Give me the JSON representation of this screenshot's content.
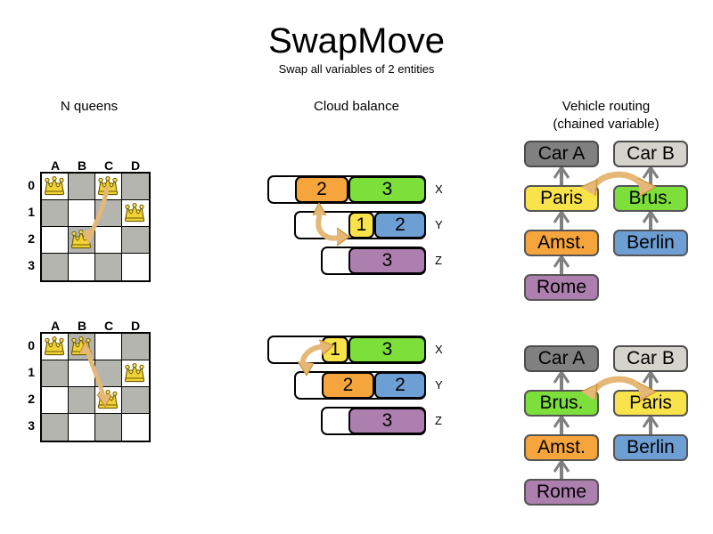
{
  "header": {
    "title": "SwapMove",
    "subtitle": "Swap all variables of 2 entities"
  },
  "columns": {
    "nqueens": "N queens",
    "cloud": "Cloud balance",
    "routing": "Vehicle routing\n(chained variable)",
    "routing_line1": "Vehicle routing",
    "routing_line2": "(chained variable)"
  },
  "colors": {
    "orange": "#F6A53D",
    "green": "#7DE03A",
    "yellow": "#F9E34A",
    "blue": "#6E9FD4",
    "purple": "#AD7FAE",
    "gray_dark": "#808080",
    "gray_light": "#D4D4CC",
    "arrow": "#E5B877",
    "arrow_stroke": "#C8922F",
    "board_dark": "#B5B5B0",
    "board_light": "#FFFFFF",
    "queen": "#F2D335"
  },
  "nqueens": {
    "column_labels": [
      "A",
      "B",
      "C",
      "D"
    ],
    "row_labels": [
      "0",
      "1",
      "2",
      "3"
    ],
    "before": {
      "queens": [
        {
          "col": "A",
          "row": "0"
        },
        {
          "col": "C",
          "row": "0"
        },
        {
          "col": "D",
          "row": "1"
        },
        {
          "col": "B",
          "row": "2"
        }
      ],
      "move_arrow": {
        "from": "C0",
        "to": "B2",
        "type": "single"
      }
    },
    "after": {
      "queens": [
        {
          "col": "A",
          "row": "0"
        },
        {
          "col": "B",
          "row": "0"
        },
        {
          "col": "D",
          "row": "1"
        },
        {
          "col": "C",
          "row": "2"
        }
      ],
      "move_arrow": {
        "from": "B0",
        "to": "C2",
        "type": "double"
      }
    }
  },
  "cloud_balance": {
    "before": {
      "rows": [
        {
          "label": "X",
          "processes": [
            {
              "value": "2",
              "color": "#F6A53D"
            },
            {
              "value": "3",
              "color": "#7DE03A"
            }
          ]
        },
        {
          "label": "Y",
          "processes": [
            {
              "value": "1",
              "color": "#F9E34A"
            },
            {
              "value": "2",
              "color": "#6E9FD4"
            }
          ]
        },
        {
          "label": "Z",
          "processes": [
            {
              "value": "3",
              "color": "#AD7FAE"
            }
          ]
        }
      ]
    },
    "after": {
      "rows": [
        {
          "label": "X",
          "processes": [
            {
              "value": "1",
              "color": "#F9E34A"
            },
            {
              "value": "3",
              "color": "#7DE03A"
            }
          ]
        },
        {
          "label": "Y",
          "processes": [
            {
              "value": "2",
              "color": "#F6A53D"
            },
            {
              "value": "2",
              "color": "#6E9FD4"
            }
          ]
        },
        {
          "label": "Z",
          "processes": [
            {
              "value": "3",
              "color": "#AD7FAE"
            }
          ]
        }
      ]
    }
  },
  "vehicle_routing": {
    "before": {
      "chain_a": [
        "Car A",
        "Paris",
        "Amst.",
        "Rome"
      ],
      "chain_b": [
        "Car B",
        "Brus.",
        "Berlin"
      ],
      "swap_arrow": {
        "left": "Paris",
        "right": "Brus."
      }
    },
    "after": {
      "chain_a": [
        "Car A",
        "Brus.",
        "Amst.",
        "Rome"
      ],
      "chain_b": [
        "Car B",
        "Paris",
        "Berlin"
      ],
      "swap_arrow": {
        "left": "Brus.",
        "right": "Paris"
      }
    },
    "labels": {
      "car_a": "Car A",
      "car_b": "Car B",
      "paris": "Paris",
      "brussels": "Brus.",
      "amsterdam": "Amst.",
      "rome": "Rome",
      "berlin": "Berlin"
    }
  }
}
